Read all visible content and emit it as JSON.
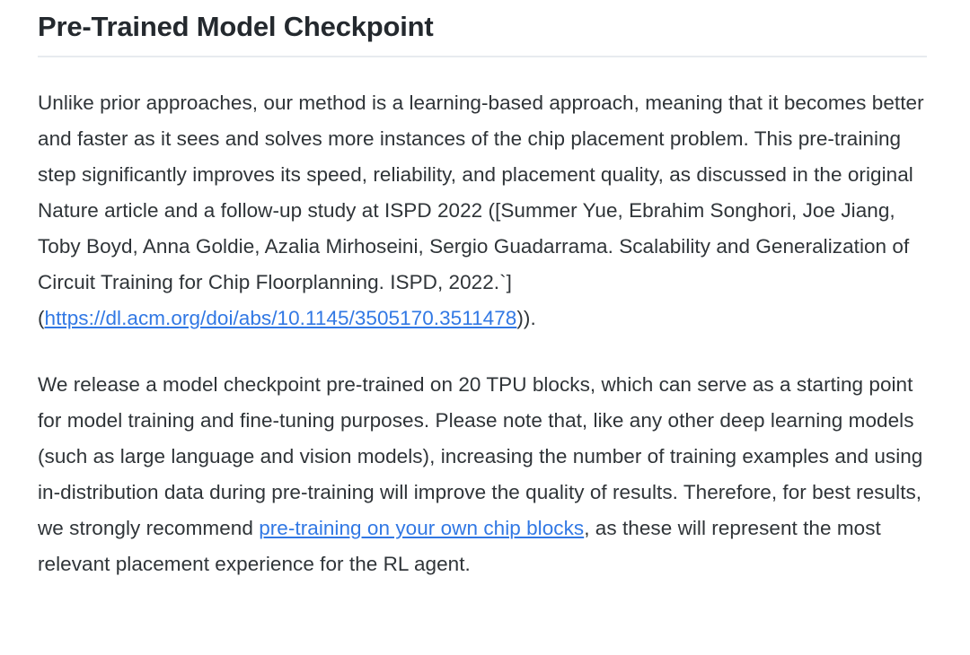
{
  "document": {
    "heading": "Pre-Trained Model Checkpoint",
    "paragraphs": [
      {
        "id": "intro",
        "segment_1": "Unlike prior approaches, our method is a learning-based approach, meaning that it becomes better and faster as it sees and solves more instances of the chip placement problem. This pre-training step significantly improves its speed, reliability, and placement quality, as discussed in the original Nature article and a follow-up study at ISPD 2022 ([Summer Yue, Ebrahim Songhori, Joe Jiang, Toby Boyd, Anna Goldie, Azalia Mirhoseini, Sergio Guadarrama. Scalability and Generalization of Circuit Training for Chip Floorplanning. ISPD, 2022.`] (",
        "link_text": "https://dl.acm.org/doi/abs/10.1145/3505170.3511478",
        "segment_2": "))."
      },
      {
        "id": "release",
        "segment_1": "We release a model checkpoint pre-trained on 20 TPU blocks, which can serve as a starting point for model training and fine-tuning purposes. Please note that, like any other deep learning models (such as large language and vision models), increasing the number of training examples and using in-distribution data during pre-training will improve the quality of results. Therefore, for best results, we strongly recommend ",
        "link_text": "pre-training on your own chip blocks",
        "segment_2": ", as these will represent the most relevant placement experience for the RL agent."
      }
    ],
    "colors": {
      "link": "#3178e4",
      "text": "#2f3438",
      "heading": "#24292e",
      "rule": "#e7ebef",
      "background": "#ffffff"
    }
  }
}
